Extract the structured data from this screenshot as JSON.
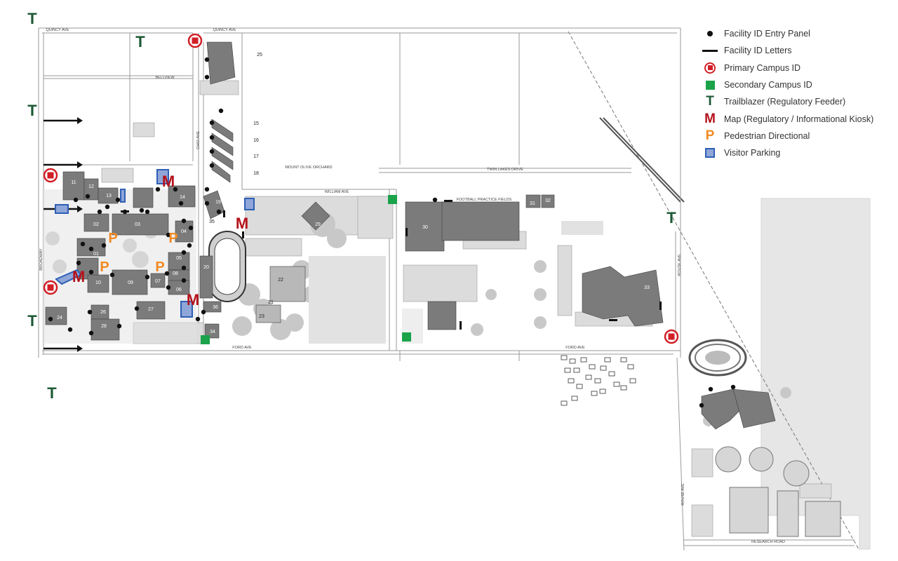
{
  "colors": {
    "trailblazer": "#1c5a34",
    "map_kiosk": "#b5121b",
    "pedestrian": "#f28a24",
    "primary_id": "#d21f26",
    "secondary_id": "#1aa34a",
    "visitor_parking_fill": "#8fa6d8",
    "visitor_parking_border": "#2e5fb5",
    "building": "#7b7b7b",
    "parking": "#d8d8d8"
  },
  "legend": [
    {
      "icon": "black-dot-icon",
      "label": "Facility ID Entry Panel"
    },
    {
      "icon": "black-bar-icon",
      "label": "Facility ID Letters"
    },
    {
      "icon": "red-ring-icon",
      "label": "Primary Campus ID"
    },
    {
      "icon": "green-square-icon",
      "label": "Secondary Campus ID"
    },
    {
      "icon": "T",
      "label": "Trailblazer (Regulatory Feeder)"
    },
    {
      "icon": "M",
      "label": "Map (Regulatory / Informational Kiosk)"
    },
    {
      "icon": "P",
      "label": "Pedestrian Directional"
    },
    {
      "icon": "blue-square-icon",
      "label": "Visitor Parking"
    }
  ],
  "streets": {
    "quincy_1": "QUINCY AVE",
    "quincy_2": "QUINCY AVE",
    "bellview": "BELLVIEW",
    "broadway": "BROADWAY",
    "ford_1": "FORD AVE",
    "ford_2": "FORD AVE",
    "twin_lakes": "TWIN LAKES DRIVE",
    "research": "RESEARCH ROAD",
    "rouse_1": "ROUSE AVE",
    "rouse_2": "ROUSE AVE",
    "william": "WILLIAM AVE",
    "mt_olive": "MOUNT OLIVE ORCHARD",
    "football": "FOOTBALL PRACTICE FIELDS",
    "ohio": "OHIO AVE"
  },
  "buildings": [
    "01",
    "02",
    "03",
    "04",
    "05",
    "06",
    "07",
    "08",
    "09",
    "10",
    "11",
    "12",
    "13",
    "14",
    "15",
    "16",
    "17",
    "18",
    "19",
    "20",
    "21",
    "22",
    "23",
    "24",
    "25",
    "26",
    "27",
    "28",
    "29",
    "30",
    "31",
    "32",
    "33",
    "34",
    "35",
    "36"
  ]
}
